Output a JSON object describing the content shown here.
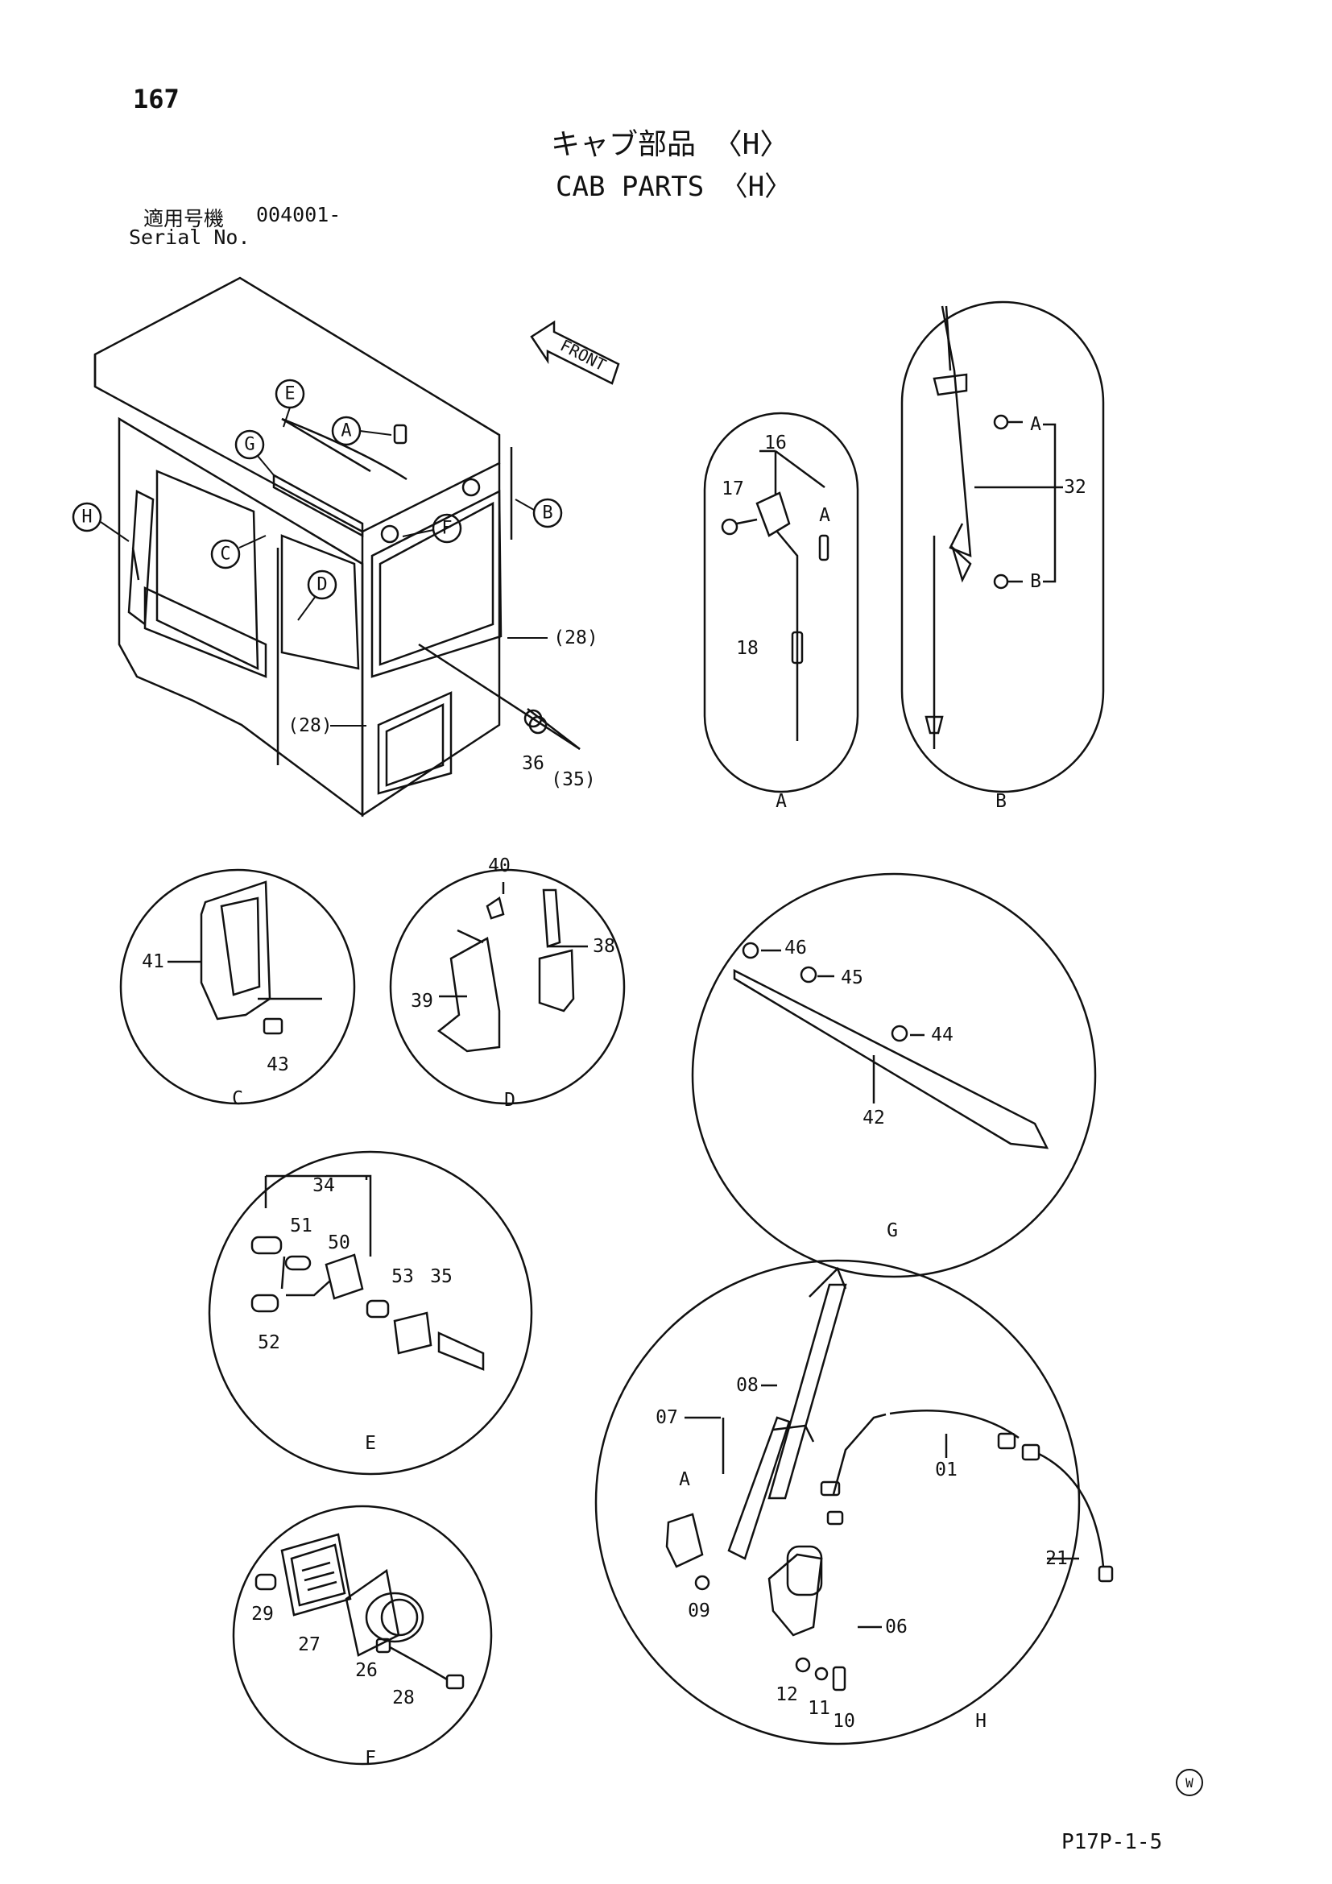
{
  "page": {
    "number": "167",
    "title_jp": "キャブ部品 〈H〉",
    "title_en": "CAB PARTS 〈H〉",
    "serial_label_jp": "適用号機",
    "serial_value": "004001-",
    "serial_label_en": "Serial No.",
    "watermark": "W",
    "page_code": "P17P-1-5",
    "front_label": "FRONT"
  },
  "cab_callouts": [
    "E",
    "A",
    "G",
    "B",
    "F",
    "H",
    "C",
    "D"
  ],
  "cab_part_labels": [
    "(28)",
    "(28)",
    "36",
    "(35)"
  ],
  "detail_a": {
    "letter": "A",
    "parts": [
      "16",
      "17",
      "A",
      "18"
    ]
  },
  "detail_b": {
    "letter": "B",
    "parts": [
      "A",
      "32",
      "B"
    ]
  },
  "detail_c": {
    "letter": "C",
    "parts": [
      "41",
      "43"
    ]
  },
  "detail_d": {
    "letter": "D",
    "parts": [
      "40",
      "38",
      "39"
    ]
  },
  "detail_g": {
    "letter": "G",
    "parts": [
      "46",
      "45",
      "44",
      "42"
    ]
  },
  "detail_e": {
    "letter": "E",
    "parts": [
      "34",
      "51",
      "50",
      "53",
      "35",
      "52"
    ]
  },
  "detail_h": {
    "letter": "H",
    "parts": [
      "08",
      "07",
      "A",
      "01",
      "21",
      "09",
      "06",
      "12",
      "11",
      "10"
    ]
  },
  "detail_f": {
    "letter": "F",
    "parts": [
      "29",
      "27",
      "26",
      "28"
    ]
  }
}
